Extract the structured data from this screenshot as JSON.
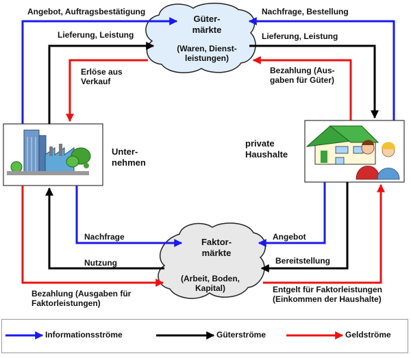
{
  "markets": {
    "goods": {
      "title_line1": "Güter-",
      "title_line2": "märkte",
      "sub_line1": "(Waren, Dienst-",
      "sub_line2": "leistungen)"
    },
    "factors": {
      "title_line1": "Faktor-",
      "title_line2": "märkte",
      "sub_line1": "(Arbeit, Boden,",
      "sub_line2": "Kapital)"
    }
  },
  "actors": {
    "firms": {
      "line1": "Unter-",
      "line2": "nehmen"
    },
    "households": {
      "line1": "private",
      "line2": "Haushalte"
    }
  },
  "flows": {
    "offer_confirmation": "Angebot, Auftragsbestätigung",
    "demand_order": "Nachfrage, Bestellung",
    "delivery_left": "Lieferung, Leistung",
    "delivery_right": "Lieferung, Leistung",
    "revenue_line1": "Erlöse aus",
    "revenue_line2": "Verkauf",
    "payment_goods_line1": "Bezahlung (Aus-",
    "payment_goods_line2": "gaben für Güter)",
    "demand_factor": "Nachfrage",
    "offer_factor": "Angebot",
    "usage": "Nutzung",
    "provision": "Bereitstellung",
    "payment_factor_line1": "Bezahlung (Ausgaben für",
    "payment_factor_line2": "Faktorleistungen)",
    "remuneration_line1": "Entgelt für Faktorleistungen",
    "remuneration_line2": "(Einkommen der Haushalte)"
  },
  "legend": {
    "information": "Informationsströme",
    "goods": "Güterströme",
    "money": "Geldströme"
  },
  "colors": {
    "information": "#1a1aee",
    "goods": "#000000",
    "money": "#ee1111",
    "goods_market_fill": "#dfeefa",
    "factor_market_fill": "#e8e8e8"
  },
  "icons": {
    "firms": "factory-icon",
    "households": "house-with-people-icon"
  }
}
